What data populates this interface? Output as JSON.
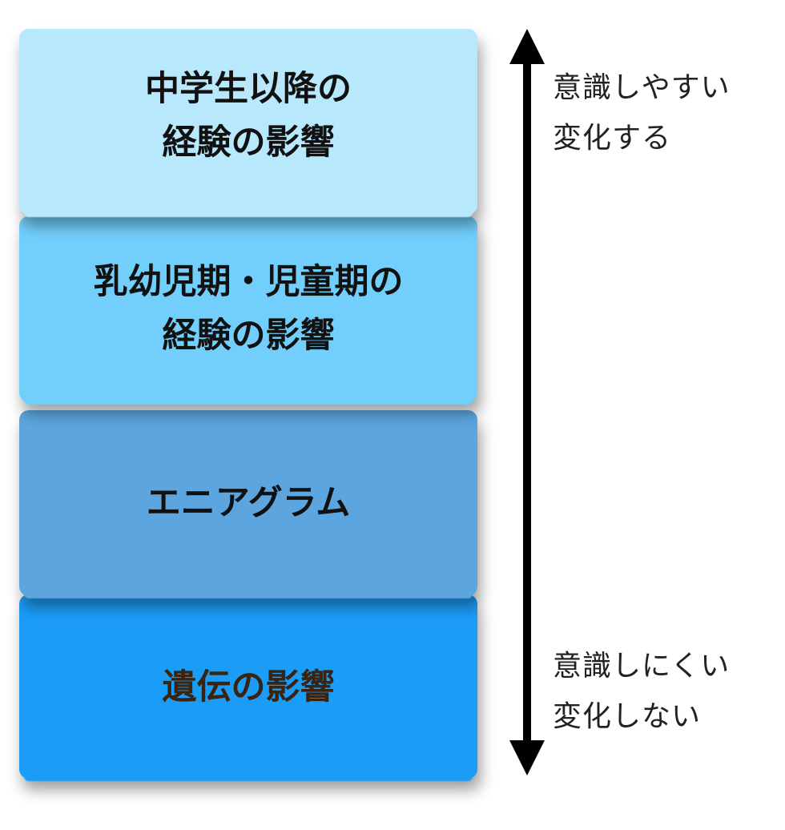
{
  "layers": [
    {
      "text": "中学生以降の\n経験の影響",
      "color": "#b8e8fc"
    },
    {
      "text": "乳幼児期・児童期の\n経験の影響",
      "color": "#72cffb"
    },
    {
      "text": "エニアグラム",
      "color": "#5ca5de"
    },
    {
      "text": "遺伝の影響",
      "color": "#1b9cf7"
    }
  ],
  "axis": {
    "top_label": "意識しやすい\n変化する",
    "bottom_label": "意識しにくい\n変化しない"
  }
}
